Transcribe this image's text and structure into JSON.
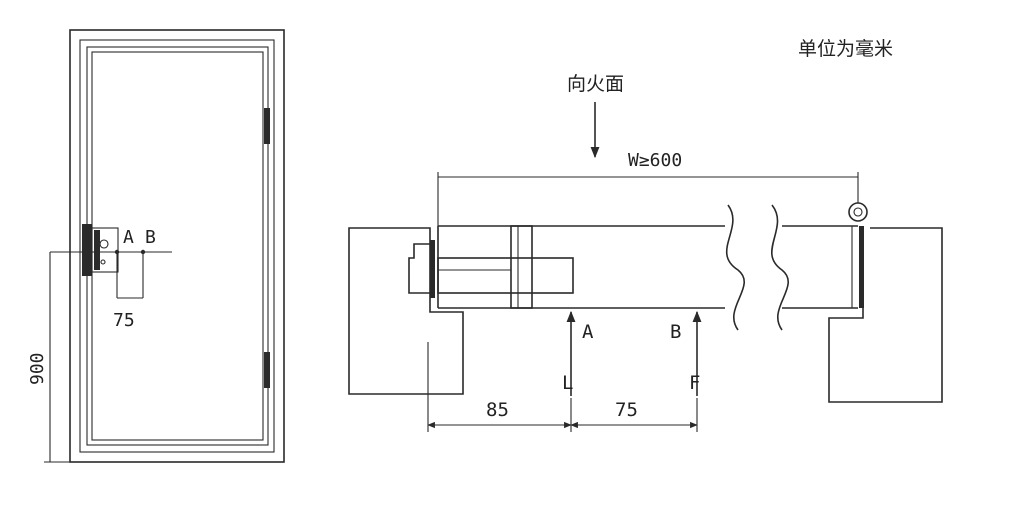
{
  "unit_note": "单位为毫米",
  "fire_side_label": "向火面",
  "width_label": "W≥600",
  "door_elevation": {
    "point_a": "A",
    "point_b": "B",
    "spacing": "75",
    "height": "900"
  },
  "section": {
    "point_a": "A",
    "point_b": "B",
    "arrow_l": "L",
    "arrow_f": "F",
    "dim_85": "85",
    "dim_75": "75"
  }
}
